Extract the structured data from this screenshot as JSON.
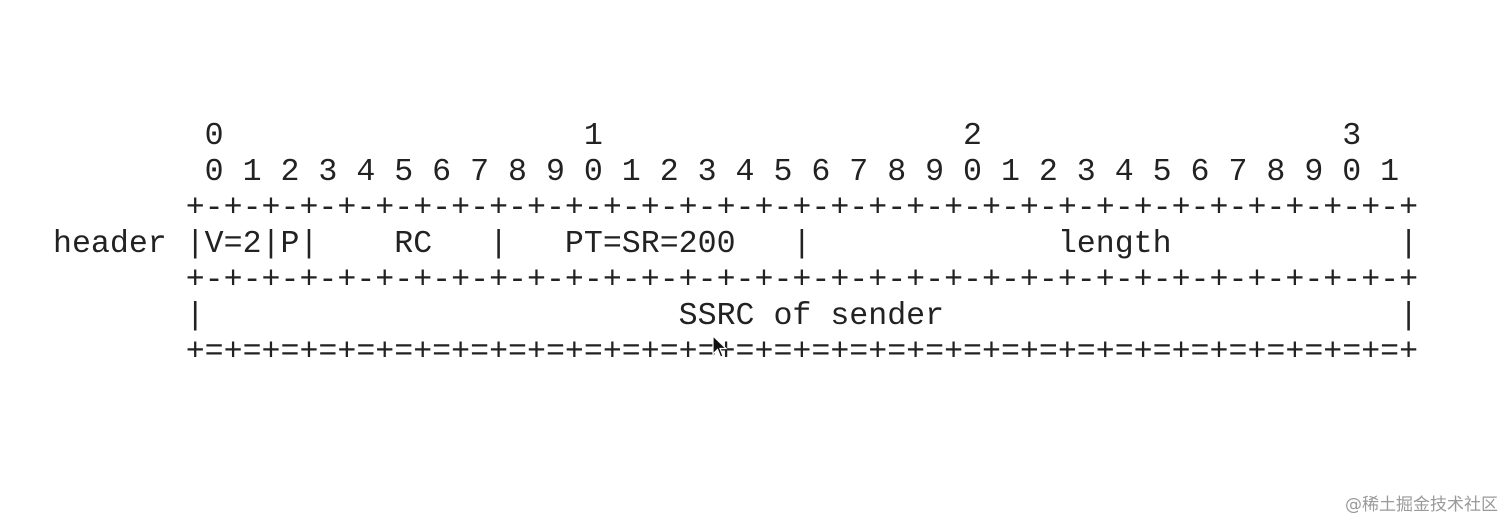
{
  "diagram": {
    "lines": [
      "        0                   1                   2                   3",
      "        0 1 2 3 4 5 6 7 8 9 0 1 2 3 4 5 6 7 8 9 0 1 2 3 4 5 6 7 8 9 0 1",
      "       +-+-+-+-+-+-+-+-+-+-+-+-+-+-+-+-+-+-+-+-+-+-+-+-+-+-+-+-+-+-+-+-+",
      "header |V=2|P|    RC   |   PT=SR=200   |             length            |",
      "       +-+-+-+-+-+-+-+-+-+-+-+-+-+-+-+-+-+-+-+-+-+-+-+-+-+-+-+-+-+-+-+-+",
      "       |                         SSRC of sender                        |",
      "       +=+=+=+=+=+=+=+=+=+=+=+=+=+=+=+=+=+=+=+=+=+=+=+=+=+=+=+=+=+=+=+=+"
    ]
  },
  "watermark": "@稀土掘金技术社区"
}
